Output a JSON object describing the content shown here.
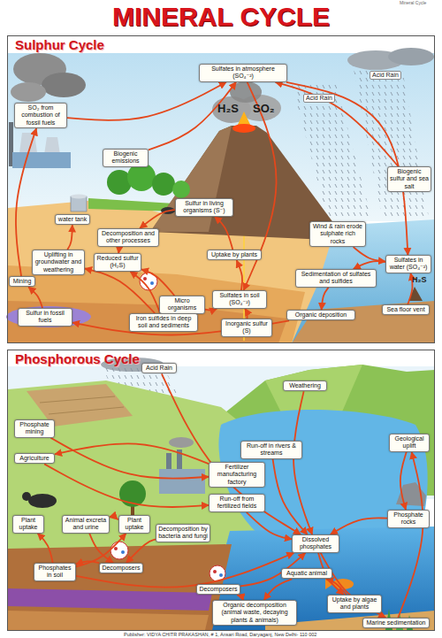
{
  "diagram": {
    "title": "MINERAL CYCLE",
    "nodes": [
      {
        "text": [
          "Sulphur Cycle"
        ]
      },
      {
        "text": [
          "SO₂ from combustion of fossil fuels"
        ],
        "in": 0
      },
      {
        "text": [
          "Sulfates in atmosphere (SO₄⁻²)"
        ],
        "in": 0
      },
      {
        "text": [
          "Biogenic emissions"
        ],
        "in": 0
      },
      {
        "text": [
          "Wind & rain erode sulphate rich rocks"
        ],
        "in": 0
      },
      {
        "text": [
          "Biogenic sulfur and sea salt"
        ],
        "in": 0
      },
      {
        "text": [
          "water tank"
        ],
        "in": 0
      },
      {
        "text": [
          "Sulfur in living organisms (S⁻)"
        ],
        "in": 0
      },
      {
        "text": [
          "Decomposition and other processes"
        ],
        "in": 0
      },
      {
        "text": [
          "Uplifting in groundwater and weathering"
        ],
        "in": 0
      },
      {
        "text": [
          "Mining"
        ],
        "in": 0
      },
      {
        "text": [
          "Reduced sulfur (H₂S)"
        ],
        "in": 0
      },
      {
        "text": [
          "Uptake by plants"
        ],
        "in": 0
      },
      {
        "text": [
          "Micro organisms"
        ],
        "in": 0
      },
      {
        "text": [
          "Sulfates in soil (SO₄⁻²)"
        ],
        "in": 0
      },
      {
        "text": [
          "Sulfates in water (SO₄⁻²)"
        ],
        "in": 0
      },
      {
        "text": [
          "Sea floor vent"
        ],
        "in": 0
      },
      {
        "text": [
          "Sedimentation of sulfates and sulfides"
        ],
        "in": 0
      },
      {
        "text": [
          "Organic deposition"
        ],
        "in": 0
      },
      {
        "text": [
          "Inorganic sulfur (S)"
        ],
        "in": 0
      },
      {
        "text": [
          "Iron sulfides in deep soil and sediments"
        ],
        "in": 0
      },
      {
        "text": [
          "Sulfur in fossil fuels"
        ],
        "in": 0
      },
      {
        "text": [
          "Phosphorous Cycle"
        ]
      },
      {
        "text": [
          "Acid Rain"
        ],
        "in": 22
      },
      {
        "text": [
          "Weathering"
        ],
        "in": 22
      },
      {
        "text": [
          "Phosphate mining"
        ],
        "in": 22
      },
      {
        "text": [
          "Agriculture"
        ],
        "in": 22
      },
      {
        "text": [
          "Fertilizer manufacturing factory"
        ],
        "in": 22
      },
      {
        "text": [
          "Run-off in rivers & streams"
        ],
        "in": 22
      },
      {
        "text": [
          "Run-off from fertilized fields"
        ],
        "in": 22
      },
      {
        "text": [
          "Geological uplift"
        ],
        "in": 22
      },
      {
        "text": [
          "Plant uptake"
        ],
        "in": 22
      },
      {
        "text": [
          "Animal excreta and urine"
        ],
        "in": 22
      },
      {
        "text": [
          "Plant uptake"
        ],
        "in": 22
      },
      {
        "text": [
          "Decomposition by bacteria and fungi"
        ],
        "in": 22
      },
      {
        "text": [
          "Phosphate rocks"
        ],
        "in": 22
      },
      {
        "text": [
          "Dissolved phosphates"
        ],
        "in": 22
      },
      {
        "text": [
          "Decomposers"
        ],
        "in": 22
      },
      {
        "text": [
          "Phosphates in soil"
        ],
        "in": 22
      },
      {
        "text": [
          "Aquatic animal"
        ],
        "in": 22
      },
      {
        "text": [
          "Decomposers"
        ],
        "in": 22
      },
      {
        "text": [
          "Uptake by algae and plants"
        ],
        "in": 22
      },
      {
        "text": [
          "Organic decomposition (animal waste, decaying plants & animals)"
        ],
        "in": 22
      },
      {
        "text": [
          "Marine sedimentation"
        ],
        "in": 22
      }
    ],
    "edges": [
      {
        "from": 1,
        "to": 2,
        "arrow": "to"
      },
      {
        "from": 3,
        "to": 2,
        "arrow": "to"
      },
      {
        "from": 5,
        "to": 2,
        "arrow": "to"
      },
      {
        "from": 2,
        "to": 15,
        "arrow": "to"
      },
      {
        "from": 2,
        "to": 14,
        "arrow": "to"
      },
      {
        "from": 4,
        "to": 15,
        "arrow": "to"
      },
      {
        "from": 14,
        "to": 12,
        "arrow": "to"
      },
      {
        "from": 12,
        "to": 7,
        "arrow": "to"
      },
      {
        "from": 7,
        "to": 8,
        "arrow": "to"
      },
      {
        "from": 8,
        "to": 11,
        "arrow": "to"
      },
      {
        "from": 13,
        "to": 14,
        "arrow": "to"
      },
      {
        "from": 13,
        "to": 11,
        "arrow": "to"
      },
      {
        "from": 20,
        "to": 11,
        "arrow": "to"
      },
      {
        "from": 19,
        "to": 14,
        "arrow": "to"
      },
      {
        "from": 15,
        "to": 17,
        "arrow": "to"
      },
      {
        "from": 17,
        "to": 18,
        "arrow": "to"
      },
      {
        "from": 18,
        "to": 21,
        "arrow": "to"
      },
      {
        "from": 21,
        "to": 10,
        "arrow": "to"
      },
      {
        "from": 10,
        "to": 1,
        "arrow": "to"
      },
      {
        "from": 20,
        "to": 9,
        "arrow": "to"
      },
      {
        "from": 9,
        "to": 6,
        "arrow": "to"
      },
      {
        "from": 16,
        "to": 15,
        "arrow": "to"
      },
      {
        "from": 25,
        "to": 27,
        "arrow": "to"
      },
      {
        "from": 27,
        "to": 26,
        "arrow": "to"
      },
      {
        "from": 26,
        "to": 29,
        "arrow": "to"
      },
      {
        "from": 29,
        "to": 36,
        "arrow": "to"
      },
      {
        "from": 23,
        "to": 36,
        "arrow": "to"
      },
      {
        "from": 24,
        "to": 36,
        "arrow": "to"
      },
      {
        "from": 28,
        "to": 36,
        "arrow": "to"
      },
      {
        "from": 35,
        "to": 36,
        "arrow": "to"
      },
      {
        "from": 30,
        "to": 35,
        "arrow": "to"
      },
      {
        "from": 43,
        "to": 30,
        "arrow": "to"
      },
      {
        "from": 36,
        "to": 43,
        "arrow": "to"
      },
      {
        "from": 36,
        "to": 41,
        "arrow": "to"
      },
      {
        "from": 41,
        "to": 39,
        "arrow": "to"
      },
      {
        "from": 39,
        "to": 42,
        "arrow": "to"
      },
      {
        "from": 42,
        "to": 40,
        "arrow": "to"
      },
      {
        "from": 40,
        "to": 36,
        "arrow": "to"
      },
      {
        "from": 38,
        "to": 31,
        "arrow": "to"
      },
      {
        "from": 38,
        "to": 33,
        "arrow": "to"
      },
      {
        "from": 33,
        "to": 32,
        "arrow": "to"
      },
      {
        "from": 32,
        "to": 37,
        "arrow": "to"
      },
      {
        "from": 34,
        "to": 37,
        "arrow": "to"
      },
      {
        "from": 37,
        "to": 38,
        "arrow": "to"
      },
      {
        "from": 38,
        "to": 36,
        "arrow": "to"
      }
    ],
    "labels": [
      "Mineral Cycle",
      "Acid Rain",
      "Acid Rain",
      "H₂S",
      "SO₂",
      "H₂S",
      "Publisher: VIDYA CHITR PRAKASHAN, # 1, Ansari Road, Daryaganj, New Delhi- 110 002"
    ]
  }
}
